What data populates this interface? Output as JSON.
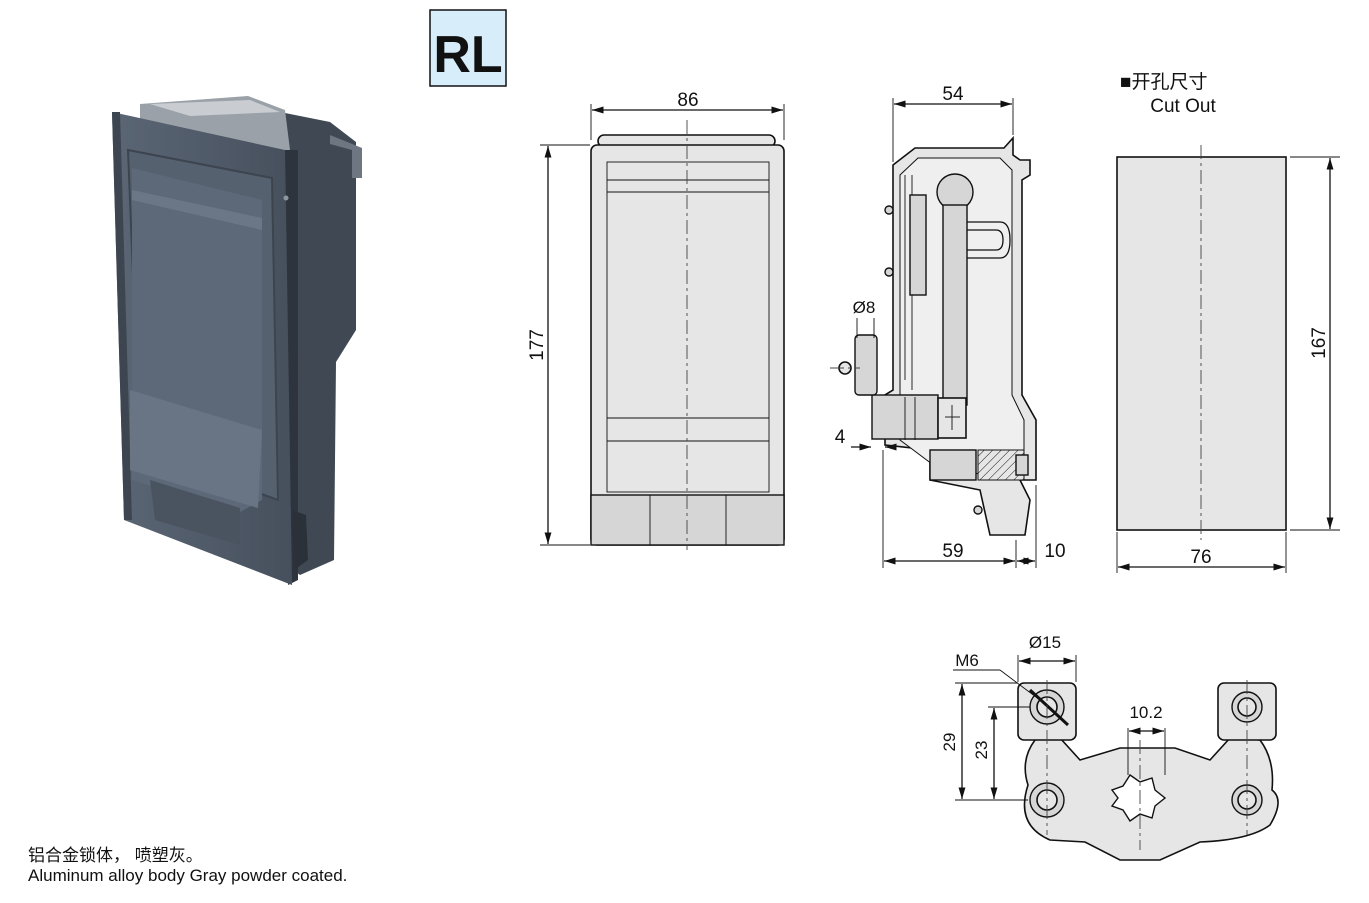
{
  "badge": {
    "text": "RL",
    "background": "#d7eefa"
  },
  "front_view": {
    "width_label": "86",
    "height_label": "177"
  },
  "side_view": {
    "depth_label": "54",
    "pin_diameter_label": "Ø8",
    "offset_label": "4",
    "body_depth_label": "59",
    "flange_label": "10"
  },
  "cutout": {
    "title_cn": "■开孔尺寸",
    "title_en": "Cut Out",
    "width_label": "76",
    "height_label": "167"
  },
  "cam_view": {
    "thread_label": "M6",
    "boss_diameter_label": "Ø15",
    "square_label": "10.2",
    "height_outer_label": "29",
    "height_inner_label": "23"
  },
  "footer": {
    "line_cn": "铝合金锁体，  喷塑灰。",
    "line_en": "Aluminum alloy body Gray powder coated."
  },
  "colors": {
    "body_gray": "#4f5a68",
    "part_fill": "#e6e6e6",
    "line": "#111111"
  }
}
